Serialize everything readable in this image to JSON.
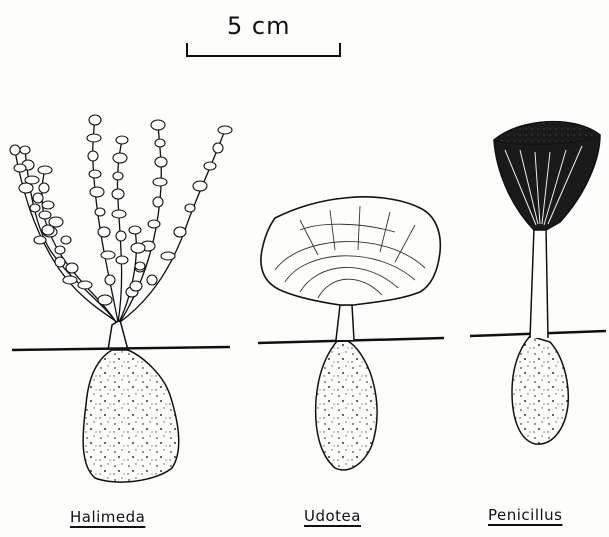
{
  "scale_bar": {
    "label": "5 cm"
  },
  "specimens": [
    {
      "name": "Halimeda"
    },
    {
      "name": "Udotea"
    },
    {
      "name": "Penicillus"
    }
  ]
}
